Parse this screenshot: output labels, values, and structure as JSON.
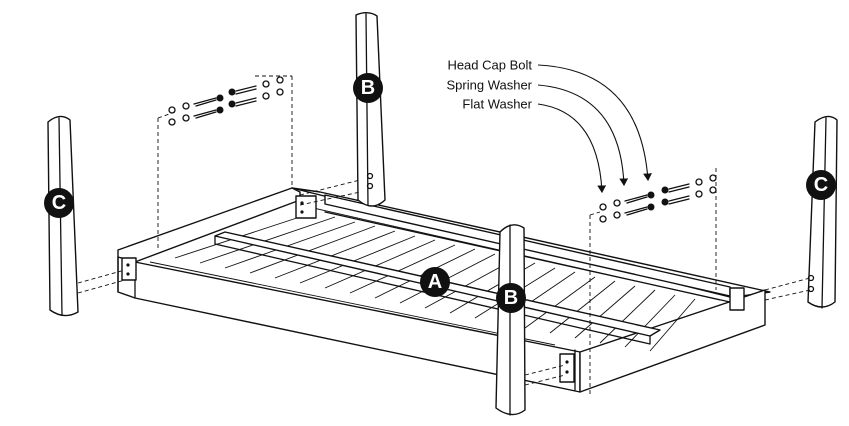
{
  "labels": {
    "frame": "A",
    "front_leg": "B",
    "side_leg": "C"
  },
  "callouts": {
    "head_cap_bolt": "Head Cap Bolt",
    "spring_washer": "Spring Washer",
    "flat_washer": "Flat Washer"
  }
}
